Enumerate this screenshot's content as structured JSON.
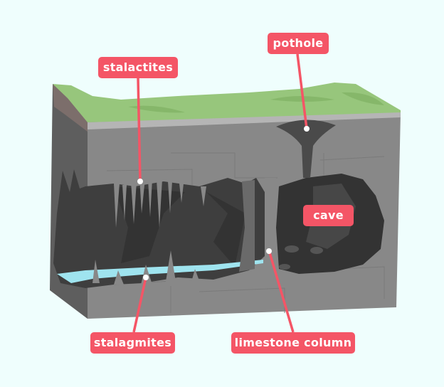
{
  "title": "Limestone cave cross-section",
  "labels": {
    "stalactites": "stalactites",
    "pothole": "pothole",
    "cave": "cave",
    "stalagmites": "stalagmites",
    "limestone_column": "limestone column"
  },
  "colors": {
    "background": "#effefd",
    "label": "#f45566",
    "grass": "#97c67c",
    "rock": "#888888",
    "cave": "#3e3e3e",
    "water": "#9fe4ef"
  }
}
